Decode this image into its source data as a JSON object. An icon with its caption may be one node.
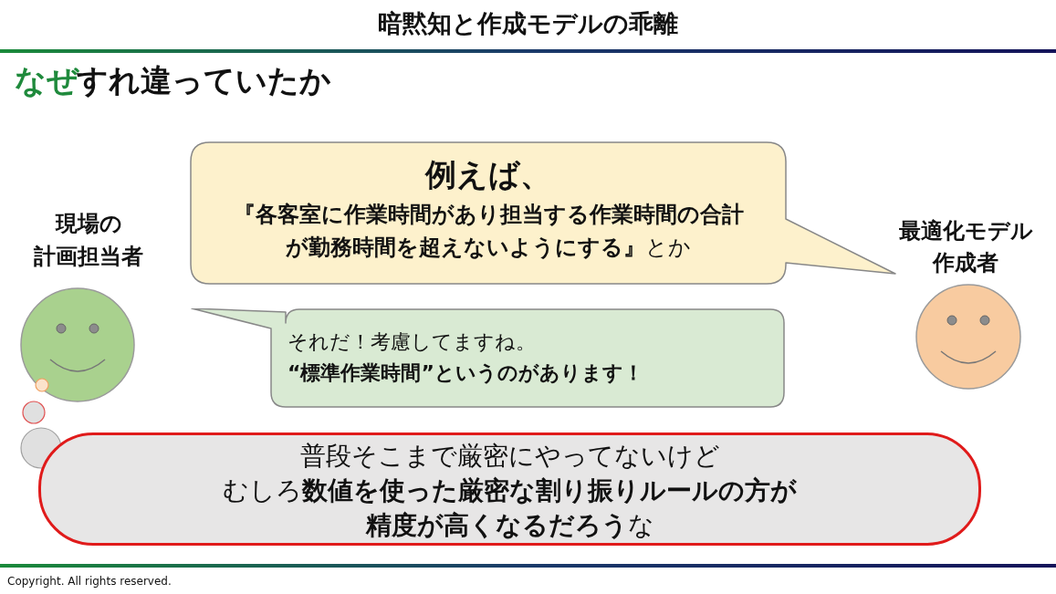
{
  "diagram": {
    "title": "暗黙知と作成モデルの乖離",
    "nodes": [
      {
        "text": [
          "例えば、",
          "**『各客室に作業時間があり担当する作業時間の合計が勤務時間を超えないようにする』**とか"
        ]
      },
      {
        "text": [
          "それだ！考慮してますね。",
          "“標準作業時間”というのがあります！"
        ]
      },
      {
        "text": [
          "普段そこまで厳密にやってないけど",
          "むしろ**数値を使った厳密な割り振りルールの方が**",
          "**精度が高くなるだろう**な"
        ]
      }
    ],
    "edges": [],
    "labels": [
      "なぜ",
      "すれ違っていたか",
      "現場の",
      "計画担当者",
      "最適化モデル作成者",
      "Copyright. All rights reserved."
    ]
  }
}
